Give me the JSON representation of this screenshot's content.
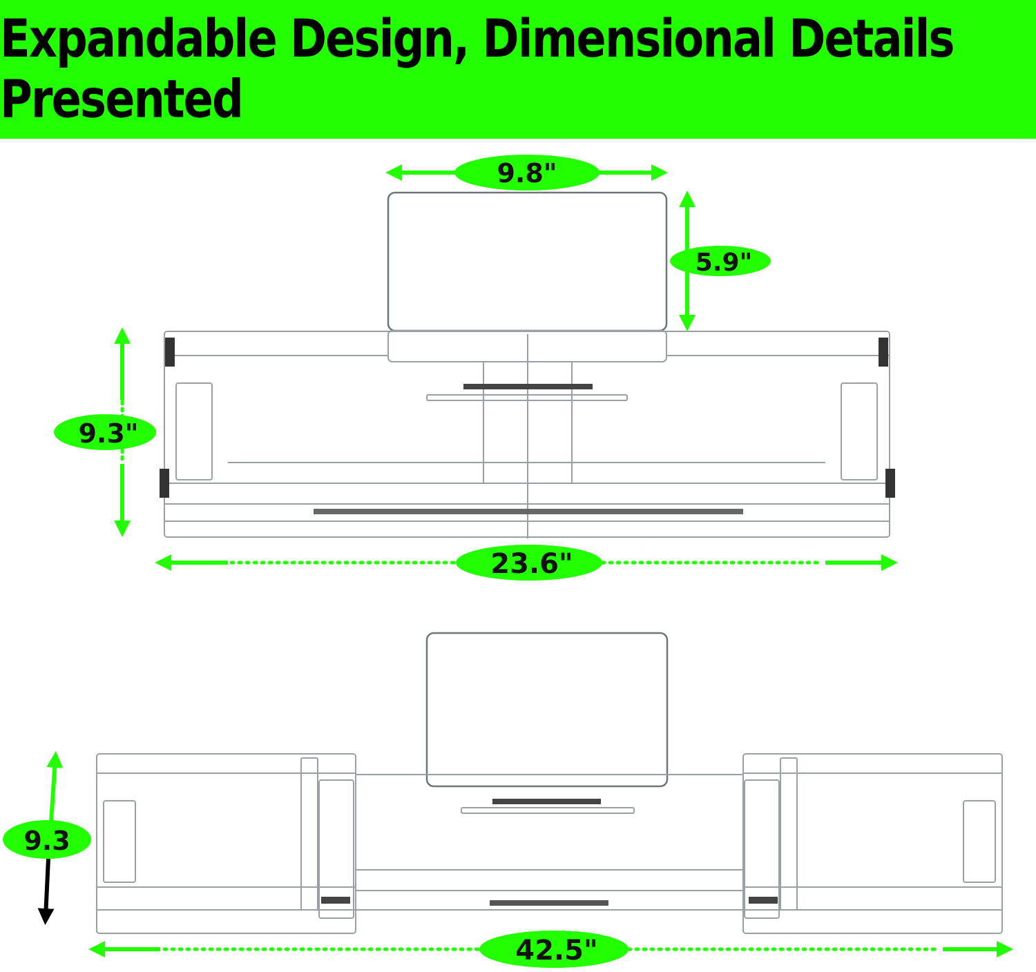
{
  "banner": {
    "title": "Expandable Design, Dimensional Details Presented",
    "color": "#22ff00"
  },
  "dimensions": {
    "top_stand_width": "9.8\"",
    "top_stand_height": "5.9\"",
    "collapsed_depth": "9.3\"",
    "collapsed_width": "23.6\"",
    "expanded_depth": "9.3",
    "expanded_width": "42.5\""
  },
  "colors": {
    "accent": "#22ff00",
    "label_text": "#111111",
    "product_outline": "#9aa0a6"
  }
}
